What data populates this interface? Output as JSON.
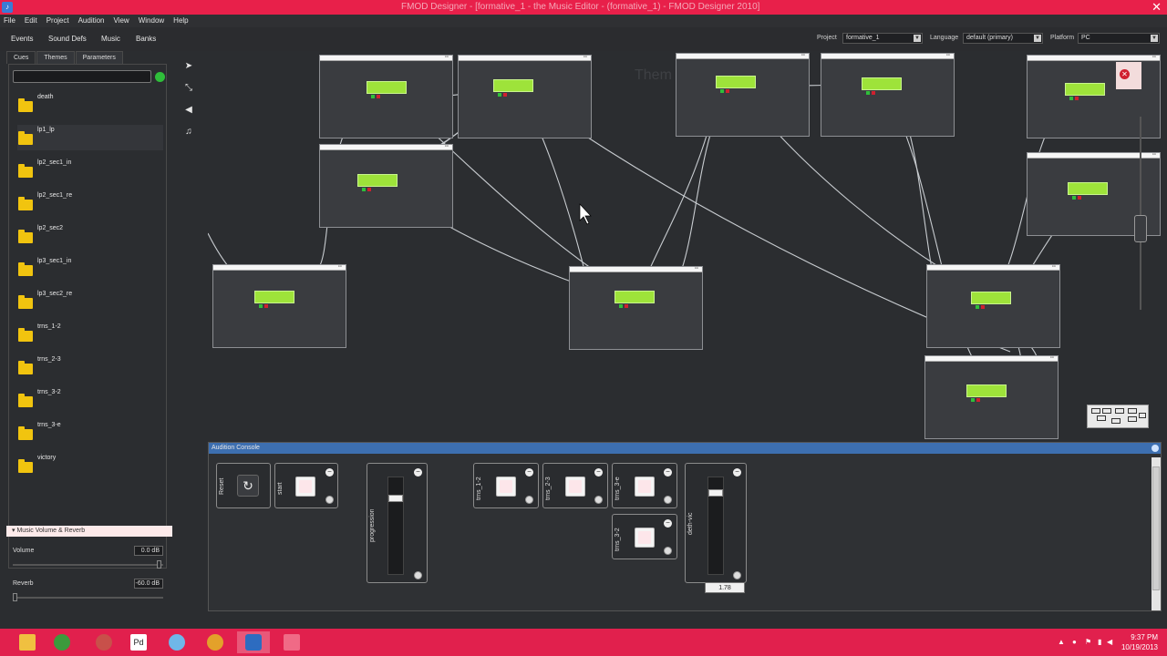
{
  "window": {
    "title": "FMOD Designer - [formative_1 - the Music Editor - (formative_1) - FMOD Designer 2010]"
  },
  "menu": [
    "File",
    "Edit",
    "Project",
    "Audition",
    "View",
    "Window",
    "Help"
  ],
  "top_tabs": [
    "Events",
    "Sound Defs",
    "Music",
    "Banks"
  ],
  "project": {
    "label": "Project",
    "value": "formative_1"
  },
  "language": {
    "label": "Language",
    "value": "default (primary)"
  },
  "platform": {
    "label": "Platform",
    "value": "PC"
  },
  "sub_tabs": [
    "Cues",
    "Themes",
    "Parameters"
  ],
  "search": {
    "placeholder": "",
    "value": ""
  },
  "cues": [
    "death",
    "lp1_lp",
    "lp2_sec1_in",
    "lp2_sec1_re",
    "lp2_sec2",
    "lp3_sec1_in",
    "lp3_sec2_re",
    "trns_1-2",
    "trns_2-3",
    "trns_3-2",
    "trns_3-e",
    "victory"
  ],
  "music_volume_reverb": {
    "header": "Music Volume & Reverb",
    "volume_label": "Volume",
    "volume_value": "0.0 dB",
    "reverb_label": "Reverb",
    "reverb_value": "-60.0 dB"
  },
  "canvas": {
    "watermark": "Them"
  },
  "audition_console": {
    "title": "Audition Console",
    "reset_label": "Reset",
    "start_label": "start",
    "progression_label": "progression",
    "trns_1_2_label": "trns_1-2",
    "trns_2_3_label": "trns_2-3",
    "trns_3_e_label": "trns_3-e",
    "trns_3_2_label": "trns_3-2",
    "deth_vic_label": "deth-vic",
    "deth_vic_value": "1.78"
  },
  "taskbar": {
    "time": "9:37 PM",
    "date": "10/19/2013"
  },
  "colors": {
    "accent": "#e8204a",
    "cue_green": "#9ee33a",
    "folder": "#f1c40f"
  }
}
